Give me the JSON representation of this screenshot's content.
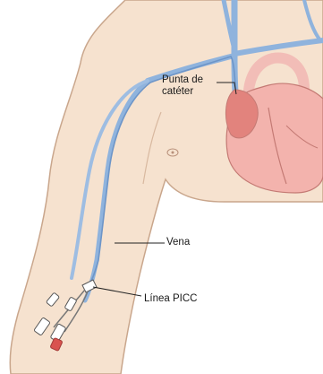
{
  "labels": {
    "catheter_tip_line1": "Punta de",
    "catheter_tip_line2": "catéter",
    "vein": "Vena",
    "picc_line": "Línea PICC"
  },
  "colors": {
    "skin": "#f6e2cf",
    "skin_shadow": "#efd3bb",
    "outline": "#c9a68c",
    "vein": "#8fb3dd",
    "vein_dark": "#6d95c8",
    "heart": "#f3b3ad",
    "heart_dark": "#e2837d",
    "aorta": "#f2bdb7",
    "catheter_cap": "#d9534f",
    "leader": "#222222"
  }
}
